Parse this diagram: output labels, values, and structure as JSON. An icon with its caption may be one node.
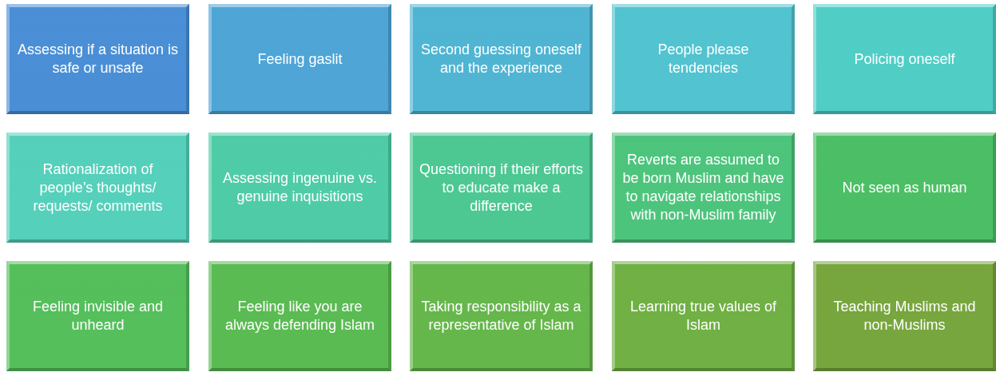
{
  "diagram": {
    "nodes": [
      {
        "text": [
          "Assessing if a situation is safe or unsafe"
        ]
      },
      {
        "text": [
          "Feeling gaslit"
        ]
      },
      {
        "text": [
          "Second guessing oneself and the experience"
        ]
      },
      {
        "text": [
          "People please tendencies"
        ]
      },
      {
        "text": [
          "Policing oneself"
        ]
      },
      {
        "text": [
          "Rationalization of people’s thoughts/ requests/ comments"
        ]
      },
      {
        "text": [
          "Assessing ingenuine vs. genuine inquisitions"
        ]
      },
      {
        "text": [
          "Questioning if their efforts to educate make a difference"
        ]
      },
      {
        "text": [
          "Reverts are assumed to be born Muslim and have to navigate relationships with non-Muslim family"
        ]
      },
      {
        "text": [
          "Not seen as human"
        ]
      },
      {
        "text": [
          "Feeling invisible and unheard"
        ]
      },
      {
        "text": [
          "Feeling like you are always defending Islam"
        ]
      },
      {
        "text": [
          "Taking responsibility as a representative of Islam"
        ]
      },
      {
        "text": [
          "Learning true values of Islam"
        ]
      },
      {
        "text": [
          "Teaching Muslims and non-Muslims"
        ]
      }
    ]
  }
}
